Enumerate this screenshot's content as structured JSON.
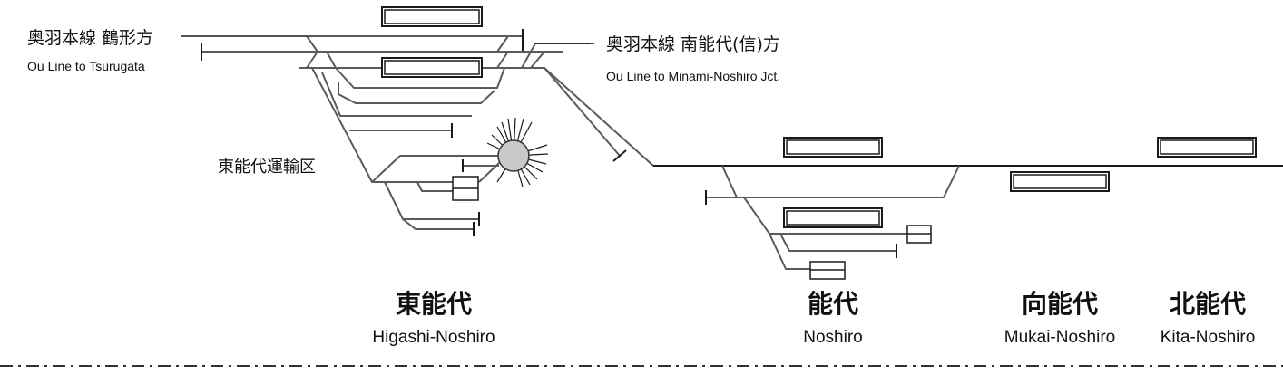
{
  "lines": {
    "to_tsurugata": {
      "jp": "奥羽本線 鶴形方",
      "en": "Ou Line to Tsurugata"
    },
    "to_minami_noshiro": {
      "jp": "奥羽本線 南能代(信)方",
      "en": "Ou Line to Minami-Noshiro Jct."
    }
  },
  "depot": {
    "label": "東能代運輸区"
  },
  "stations": [
    {
      "jp": "東能代",
      "en": "Higashi-Noshiro"
    },
    {
      "jp": "能代",
      "en": "Noshiro"
    },
    {
      "jp": "向能代",
      "en": "Mukai-Noshiro"
    },
    {
      "jp": "北能代",
      "en": "Kita-Noshiro"
    }
  ],
  "colors": {
    "track": "#5a5a5a",
    "line": "#1a1a1a",
    "turntable": "#c8c8c8"
  }
}
